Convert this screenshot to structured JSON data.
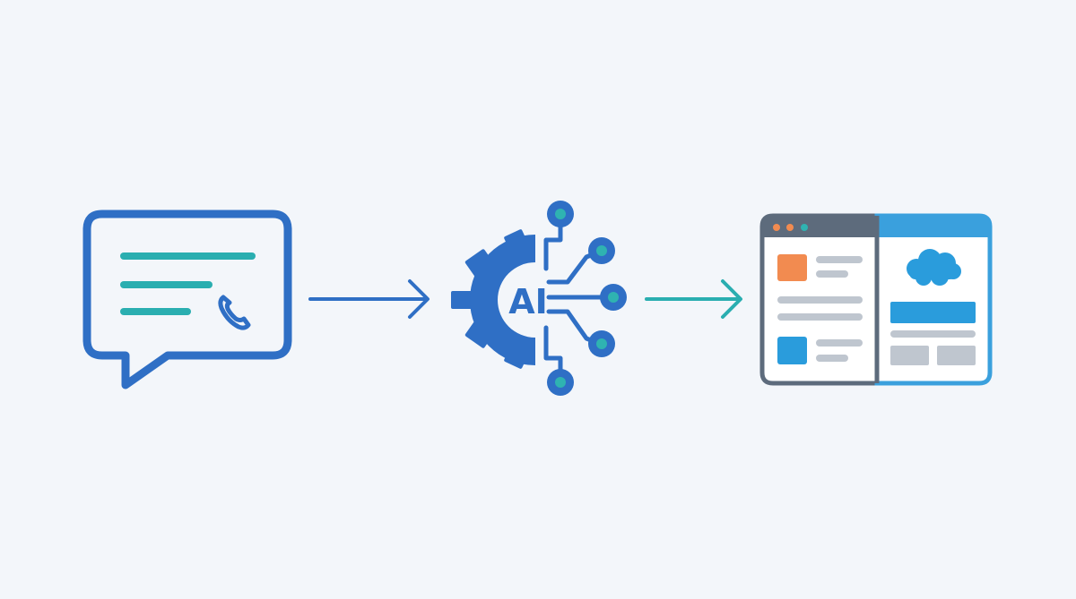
{
  "diagram": {
    "ai_label": "AI",
    "colors": {
      "background": "#f3f6fa",
      "primary_blue": "#2f6fc5",
      "teal": "#2aaeb0",
      "teal_dot": "#2fb3b1",
      "slate": "#5d6b7c",
      "light_blue": "#3aa0dd",
      "orange": "#f28b50",
      "gray_bar": "#bfc6cf",
      "cloud": "#2a9cdc"
    },
    "steps": [
      {
        "id": "message",
        "icon": "chat-bubble-phone-icon"
      },
      {
        "id": "ai",
        "icon": "ai-gear-circuit-icon"
      },
      {
        "id": "crm",
        "icon": "crm-app-window-icon"
      }
    ],
    "arrows": [
      {
        "from": "message",
        "to": "ai",
        "color": "primary_blue"
      },
      {
        "from": "ai",
        "to": "crm",
        "color": "teal"
      }
    ]
  }
}
